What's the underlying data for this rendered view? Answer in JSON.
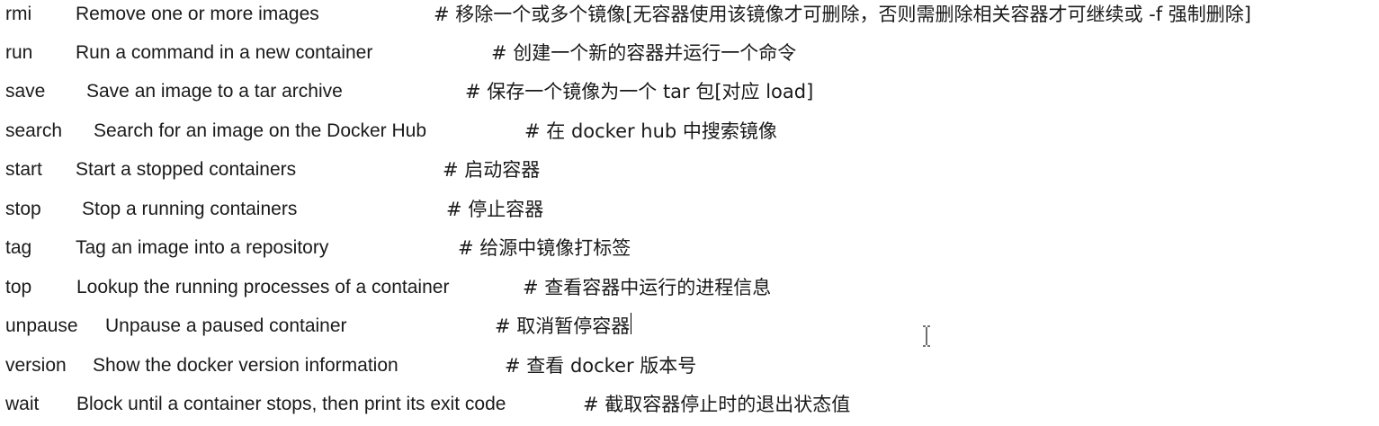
{
  "lines": [
    {
      "cmd": "rmi",
      "desc": "Remove one or more images",
      "note": "# 移除一个或多个镜像[无容器使用该镜像才可删除，否则需删除相关容器才可继续或 -f 强制删除]"
    },
    {
      "cmd": "run",
      "desc": "Run a command in a new container",
      "note": "# 创建一个新的容器并运行一个命令"
    },
    {
      "cmd": "save",
      "desc": "Save an image to a tar archive",
      "note": "# 保存一个镜像为一个 tar 包[对应 load]"
    },
    {
      "cmd": "search",
      "desc": "Search for an image on the Docker Hub",
      "note": "# 在 docker hub 中搜索镜像"
    },
    {
      "cmd": "start",
      "desc": "Start a stopped containers",
      "note": "# 启动容器"
    },
    {
      "cmd": "stop",
      "desc": "Stop a running containers",
      "note": "# 停止容器"
    },
    {
      "cmd": "tag",
      "desc": "Tag an image into a repository",
      "note": "# 给源中镜像打标签"
    },
    {
      "cmd": "top",
      "desc": "Lookup the running processes of a container",
      "note": "# 查看容器中运行的进程信息"
    },
    {
      "cmd": "unpause",
      "desc": "Unpause a paused container",
      "note": "# 取消暂停容器"
    },
    {
      "cmd": "version",
      "desc": "Show the docker version information",
      "note": "# 查看 docker 版本号"
    },
    {
      "cmd": "wait",
      "desc": "Block until a container stops, then print its exit code",
      "note": "# 截取容器停止时的退出状态值"
    }
  ],
  "cursor_icon": "text-ibeam-cursor"
}
